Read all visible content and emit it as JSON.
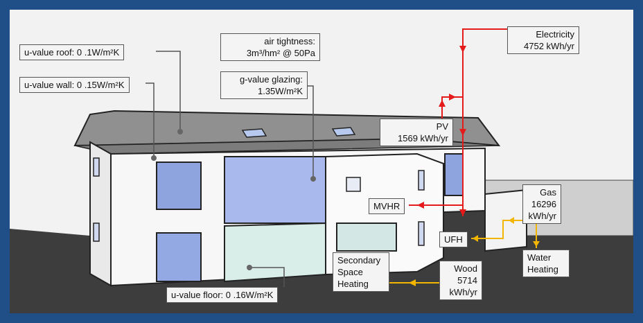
{
  "labels": {
    "u_value_roof": "u-value roof: 0 .1W/m²K",
    "u_value_wall": "u-value wall: 0 .15W/m²K",
    "air_tightness_line1": "air tightness:",
    "air_tightness_line2": "3m³/hm² @ 50Pa",
    "g_value_line1": "g-value glazing:",
    "g_value_line2": "1.35W/m²K",
    "electricity_line1": "Electricity",
    "electricity_line2": "4752 kWh/yr",
    "pv_line1": "PV",
    "pv_line2": "1569 kWh/yr",
    "mvhr": "MVHR",
    "ufh": "UFH",
    "gas_line1": "Gas",
    "gas_line2": "16296",
    "gas_line3": "kWh/yr",
    "water_line1": "Water",
    "water_line2": "Heating",
    "secondary_line1": "Secondary",
    "secondary_line2": "Space",
    "secondary_line3": "Heating",
    "wood_line1": "Wood",
    "wood_line2": "5714",
    "wood_line3": "kWh/yr",
    "u_value_floor": "u-value floor: 0 .16W/m²K"
  },
  "colors": {
    "frame": "#1f4f86",
    "sky": "#f2f2f2",
    "ground": "#3c3c3c",
    "wall": "#f6f6f6",
    "roof": "#8f8f8f",
    "glass": "#7f98d8",
    "electric_flow": "#e51b1b",
    "heat_flow": "#f2b600"
  }
}
